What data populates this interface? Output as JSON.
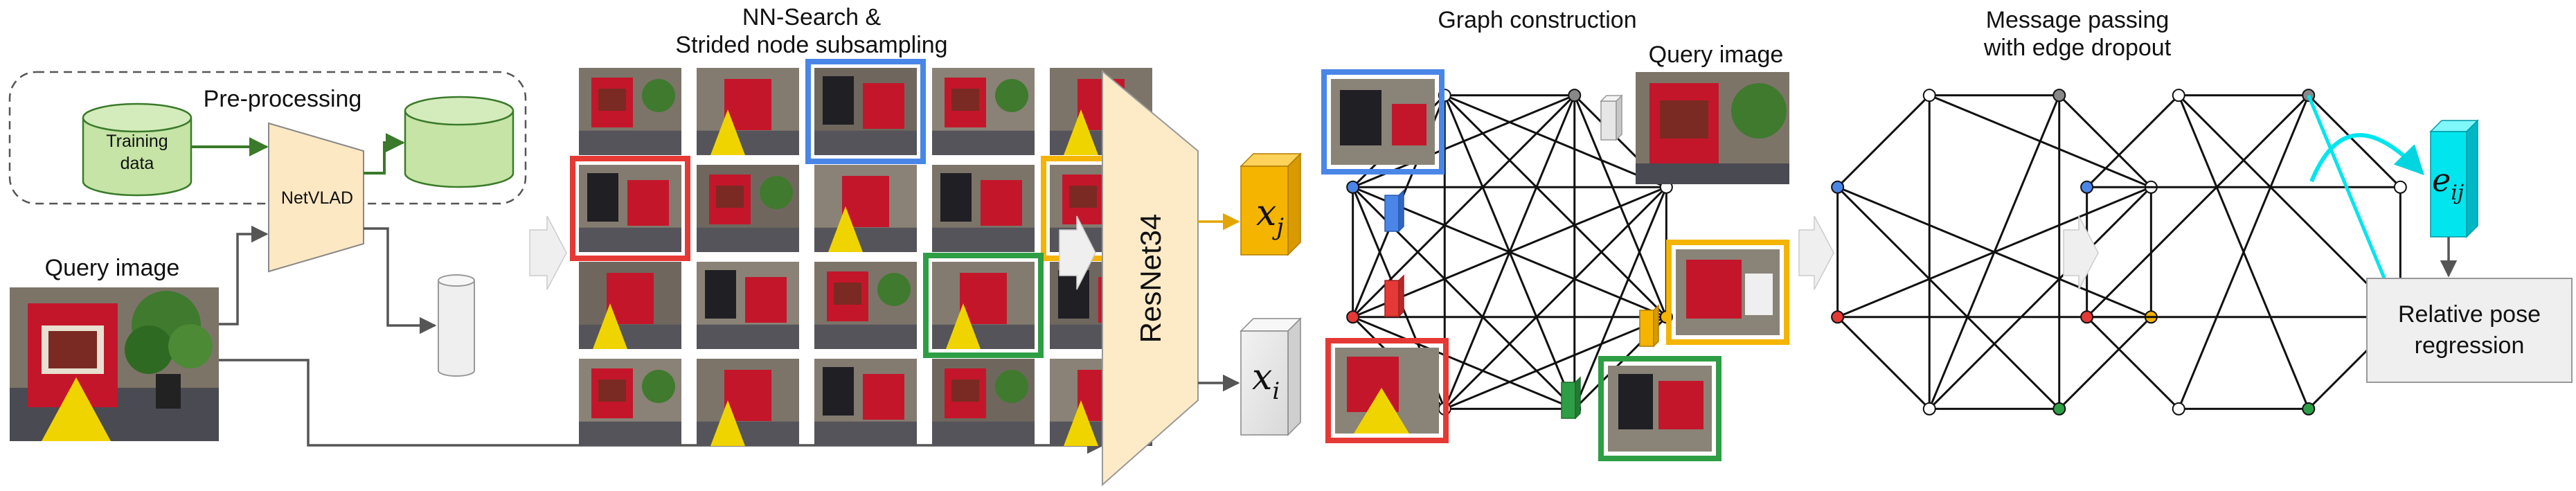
{
  "preprocessing": {
    "title": "Pre-processing",
    "training_data": [
      "Training",
      "data"
    ],
    "netvlad": "NetVLAD"
  },
  "query_image_left": "Query image",
  "nn_search": {
    "line1": "NN-Search &",
    "line2": "Strided node subsampling"
  },
  "resnet": "ResNet34",
  "features": {
    "xj_base": "x",
    "xj_sub": "j",
    "xi_base": "x",
    "xi_sub": "i"
  },
  "graph_construction": {
    "title": "Graph construction",
    "query_image": "Query image"
  },
  "message_passing": {
    "line1": "Message passing",
    "line2": "with edge dropout"
  },
  "edge_feature": {
    "base": "e",
    "sub": "ij"
  },
  "output": {
    "line1": "Relative pose",
    "line2": "regression"
  },
  "colors": {
    "blue": "#4a86e8",
    "red": "#e53935",
    "yellow": "#f4b400",
    "green": "#2e9e45",
    "db_fill": "#c5e4a6",
    "db_stroke": "#3a7a2a",
    "netvlad_fill": "#fde8c4",
    "resnet_fill": "#fdebc8",
    "gold_cube": "#f4b400",
    "cyan_cube": "#00e5ee"
  }
}
